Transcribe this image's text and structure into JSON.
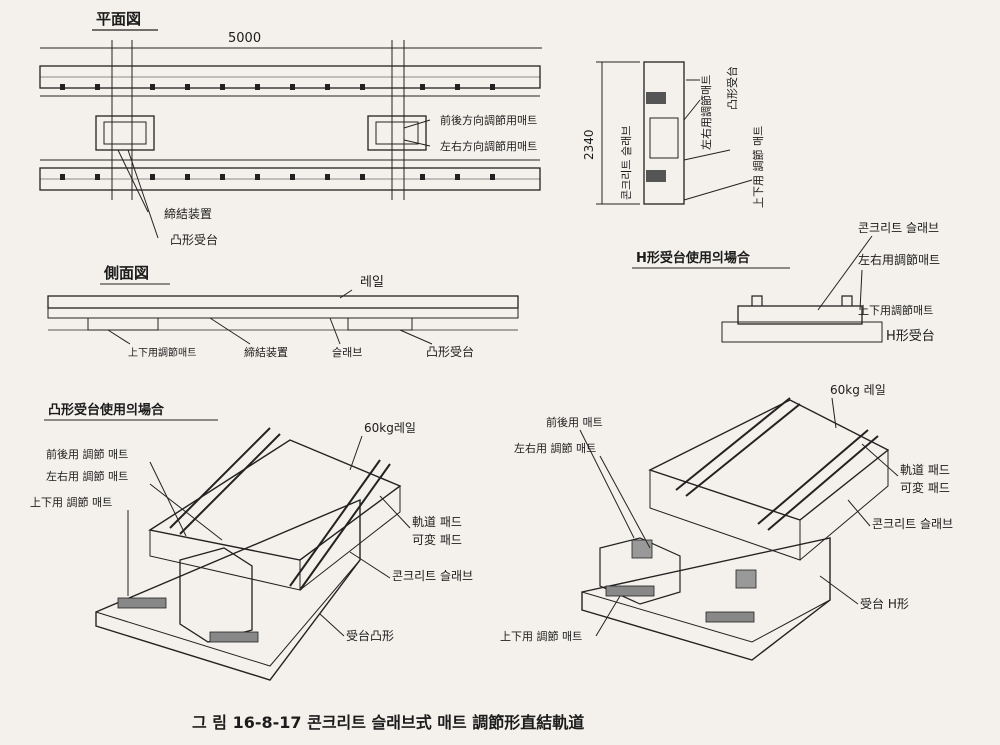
{
  "plan": {
    "title": "平面図",
    "dimension": "5000",
    "dimension_v": "2340",
    "label_fwd_mat": "前後方向調節用매트",
    "label_lr_mat": "左右方向調節用매트",
    "label_fastener": "締結装置",
    "label_convex": "凸形受台"
  },
  "section": {
    "label_lr": "左右用調節매트",
    "label_convex": "凸形受台",
    "label_slab": "콘크리트 슬래브",
    "label_ud": "上下用 調節 매트"
  },
  "side": {
    "title": "側面図",
    "label_rail": "레일",
    "label_ud": "上下用調節매트",
    "label_fastener": "締結装置",
    "label_slab": "슬래브",
    "label_convex": "凸形受台"
  },
  "h_case": {
    "title": "H形受台使用의場合",
    "label_slab": "콘크리트 슬래브",
    "label_lr": "左右用調節매트",
    "label_ud": "上下用調節매트",
    "label_h": "H形受台"
  },
  "convex_case": {
    "title": "凸形受台使用의場合",
    "label_fwd": "前後用 調節 매트",
    "label_lr": "左右用 調節 매트",
    "label_ud": "上下用 調節 매트",
    "label_rail": "60kg레일",
    "label_pad1": "軌道 패드",
    "label_pad2": "可変 패드",
    "label_slab": "콘크리트 슬래브",
    "label_base": "受台凸形"
  },
  "h3d_case": {
    "label_fwd": "前後用 매트",
    "label_lr": "左右用 調節 매트",
    "label_rail": "60kg 레일",
    "label_pad1": "軌道 패드",
    "label_pad2": "可変 패드",
    "label_slab": "콘크리트 슬래브",
    "label_base": "受台 H形",
    "label_ud": "上下用 調節 매트"
  },
  "caption": "그 림 16-8-17   콘크리트 슬래브式 매트 調節形直結軌道"
}
